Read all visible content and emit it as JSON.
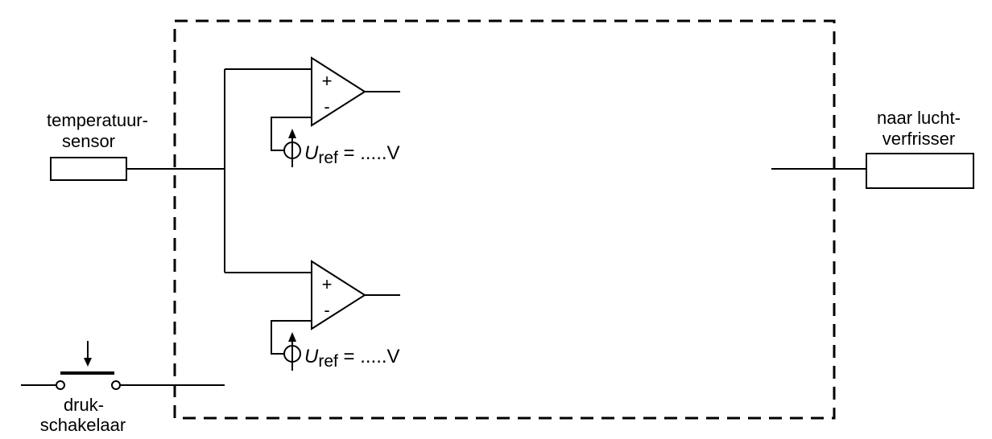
{
  "sensor": {
    "label_line1": "temperatuur-",
    "label_line2": "sensor"
  },
  "output": {
    "label_line1": "naar lucht-",
    "label_line2": "verfrisser"
  },
  "switch": {
    "label_line1": "druk-",
    "label_line2": "schakelaar"
  },
  "comparators": [
    {
      "plus": "+",
      "minus": "-",
      "ref_symbol": "U",
      "ref_subscript": "ref",
      "ref_value": " = .....V"
    },
    {
      "plus": "+",
      "minus": "-",
      "ref_symbol": "U",
      "ref_subscript": "ref",
      "ref_value": " = .....V"
    }
  ]
}
